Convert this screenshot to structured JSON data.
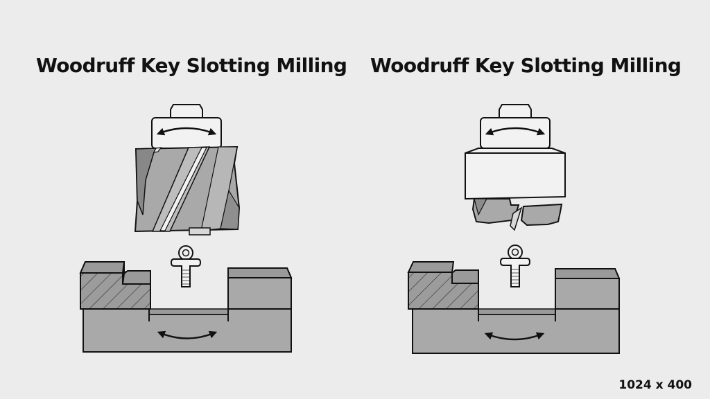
{
  "panels": [
    {
      "title": "Woodruff Key Slotting Milling",
      "cutter_type": "helical-shank-cutter",
      "parts": [
        "cutter-holder",
        "rotation-arrow",
        "helical-cutter-body",
        "woodruff-key-screw",
        "stepped-workpiece-hatched-section",
        "slot",
        "feed-arrow"
      ]
    },
    {
      "title": "Woodruff Key Slotting Milling",
      "cutter_type": "woodruff-key-cutter",
      "parts": [
        "cutter-holder",
        "rotation-arrow",
        "cutter-head",
        "cutter-teeth",
        "woodruff-key-screw",
        "stepped-workpiece-hatched-section",
        "slot",
        "feed-arrow"
      ]
    }
  ],
  "dimensions_label": "1024 x 400",
  "colors": {
    "background": "#ececec",
    "outline": "#111111",
    "fill_light": "#f2f2f2",
    "fill_mid": "#a9a9a9",
    "fill_dark": "#8c8c8c",
    "fill_top": "#9a9a9a"
  }
}
